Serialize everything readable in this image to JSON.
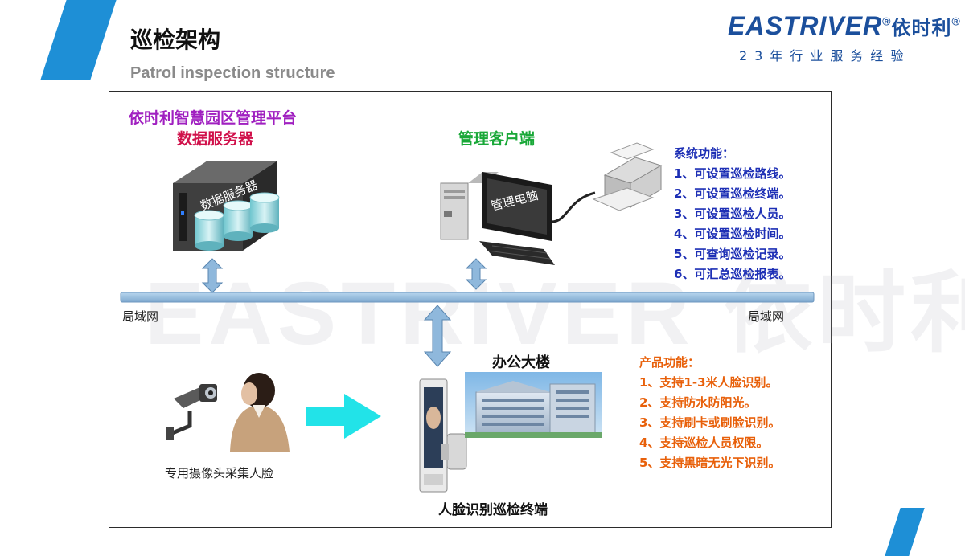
{
  "header": {
    "title_cn": "巡检架构",
    "title_en": "Patrol inspection structure"
  },
  "logo": {
    "brand": "EASTRIVER",
    "reg": "®",
    "brand_cn": "依时利",
    "tagline": "23年行业服务经验"
  },
  "diagram": {
    "platform_name": "依时利智慧园区管理平台",
    "server_label": "数据服务器",
    "server_box_text": "数据服务器",
    "client_label": "管理客户端",
    "monitor_text": "管理电脑",
    "lan_left": "局域网",
    "lan_right": "局域网",
    "system_functions": {
      "title": "系统功能：",
      "items": [
        "1、可设置巡检路线。",
        "2、可设置巡检终端。",
        "3、可设置巡检人员。",
        "4、可设置巡检时间。",
        "5、可查询巡检记录。",
        "6、可汇总巡检报表。"
      ]
    },
    "product_functions": {
      "title": "产品功能：",
      "items": [
        "1、支持1-3米人脸识别。",
        "2、支持防水防阳光。",
        "3、支持刷卡或刷脸识别。",
        "4、支持巡检人员权限。",
        "5、支持黑暗无光下识别。"
      ]
    },
    "building_label": "办公大楼",
    "camera_label": "专用摄像头采集人脸",
    "terminal_label": "人脸识别巡检终端"
  },
  "colors": {
    "accent_blue": "#1e8fd6",
    "platform_purple": "#a020c0",
    "server_red": "#d0104a",
    "client_green": "#19a838",
    "system_func_blue": "#1d2fb5",
    "product_func_orange": "#e8600a",
    "lan_bar": "#8ab6dc",
    "arrow_cyan": "#22e3e8"
  }
}
